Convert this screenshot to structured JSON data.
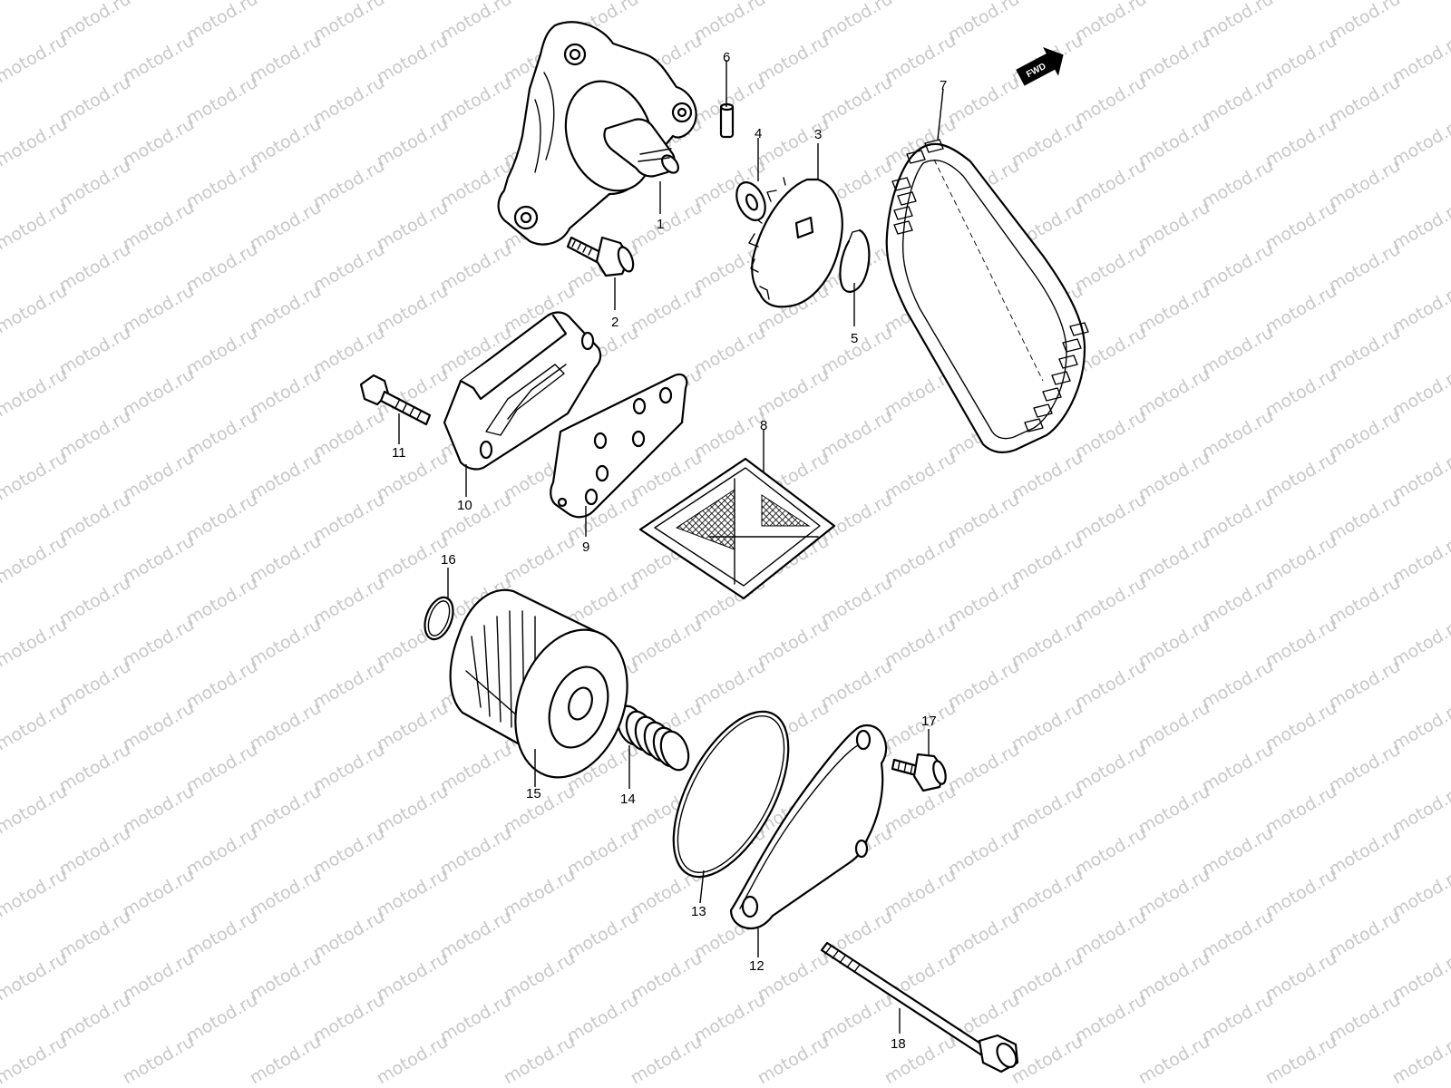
{
  "watermark": "motod.ru",
  "direction_marker": {
    "label": "FWD",
    "icon": "arrow-right-icon"
  },
  "callouts": [
    {
      "id": "1",
      "label": "1"
    },
    {
      "id": "2",
      "label": "2"
    },
    {
      "id": "3",
      "label": "3"
    },
    {
      "id": "4",
      "label": "4"
    },
    {
      "id": "5",
      "label": "5"
    },
    {
      "id": "6",
      "label": "6"
    },
    {
      "id": "7",
      "label": "7"
    },
    {
      "id": "8",
      "label": "8"
    },
    {
      "id": "9",
      "label": "9"
    },
    {
      "id": "10",
      "label": "10"
    },
    {
      "id": "11",
      "label": "11"
    },
    {
      "id": "12",
      "label": "12"
    },
    {
      "id": "13",
      "label": "13"
    },
    {
      "id": "14",
      "label": "14"
    },
    {
      "id": "15",
      "label": "15"
    },
    {
      "id": "16",
      "label": "16"
    },
    {
      "id": "17",
      "label": "17"
    },
    {
      "id": "18",
      "label": "18"
    }
  ]
}
